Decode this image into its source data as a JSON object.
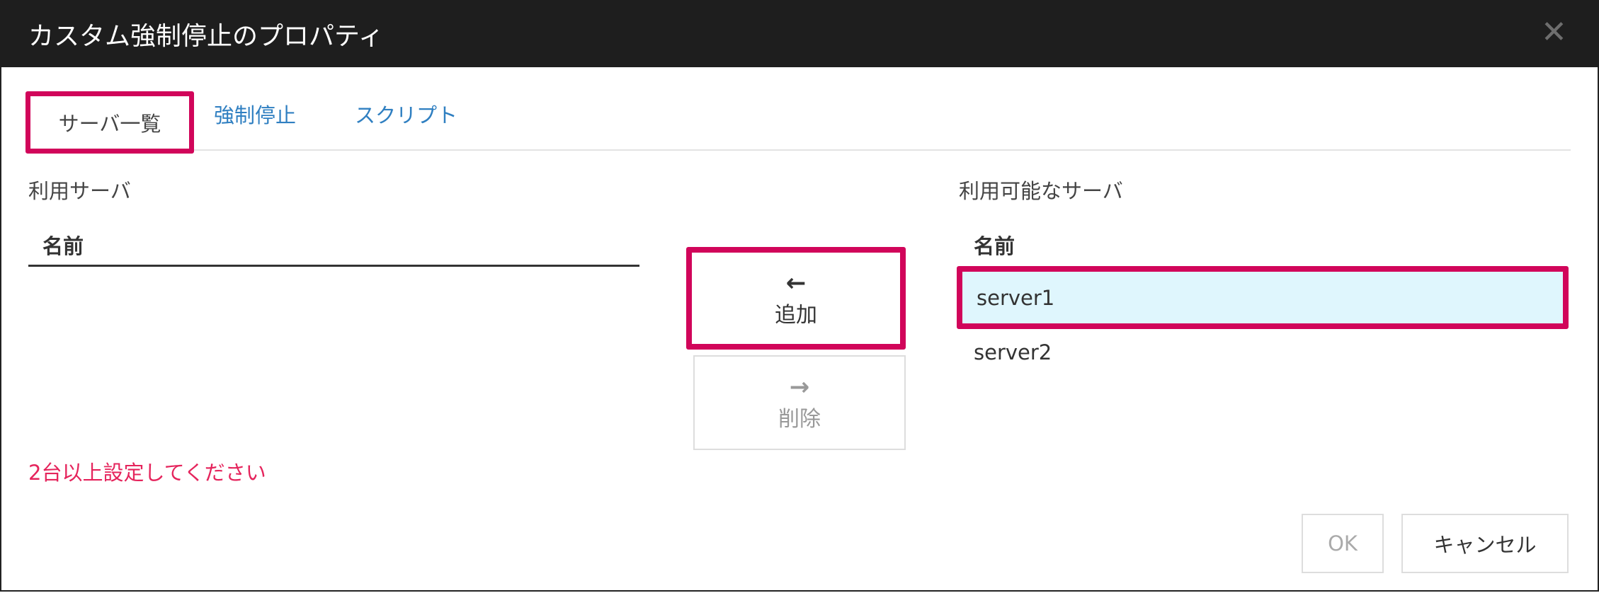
{
  "dialog": {
    "title": "カスタム強制停止のプロパティ",
    "close_icon": "close-icon"
  },
  "tabs": [
    {
      "label": "サーバ一覧",
      "active": true
    },
    {
      "label": "強制停止",
      "active": false
    },
    {
      "label": "スクリプト",
      "active": false
    }
  ],
  "used_servers": {
    "label": "利用サーバ",
    "column_header": "名前",
    "items": []
  },
  "available_servers": {
    "label": "利用可能なサーバ",
    "column_header": "名前",
    "items": [
      {
        "name": "server1",
        "selected": true
      },
      {
        "name": "server2",
        "selected": false
      }
    ]
  },
  "buttons": {
    "add": {
      "icon": "←",
      "label": "追加"
    },
    "remove": {
      "icon": "→",
      "label": "削除"
    },
    "ok": "OK",
    "cancel": "キャンセル"
  },
  "error_message": "2台以上設定してください",
  "colors": {
    "highlight": "#d1055a",
    "selected_row": "#dff6fd",
    "tab_link": "#2f7fc1",
    "error": "#e5245c"
  }
}
